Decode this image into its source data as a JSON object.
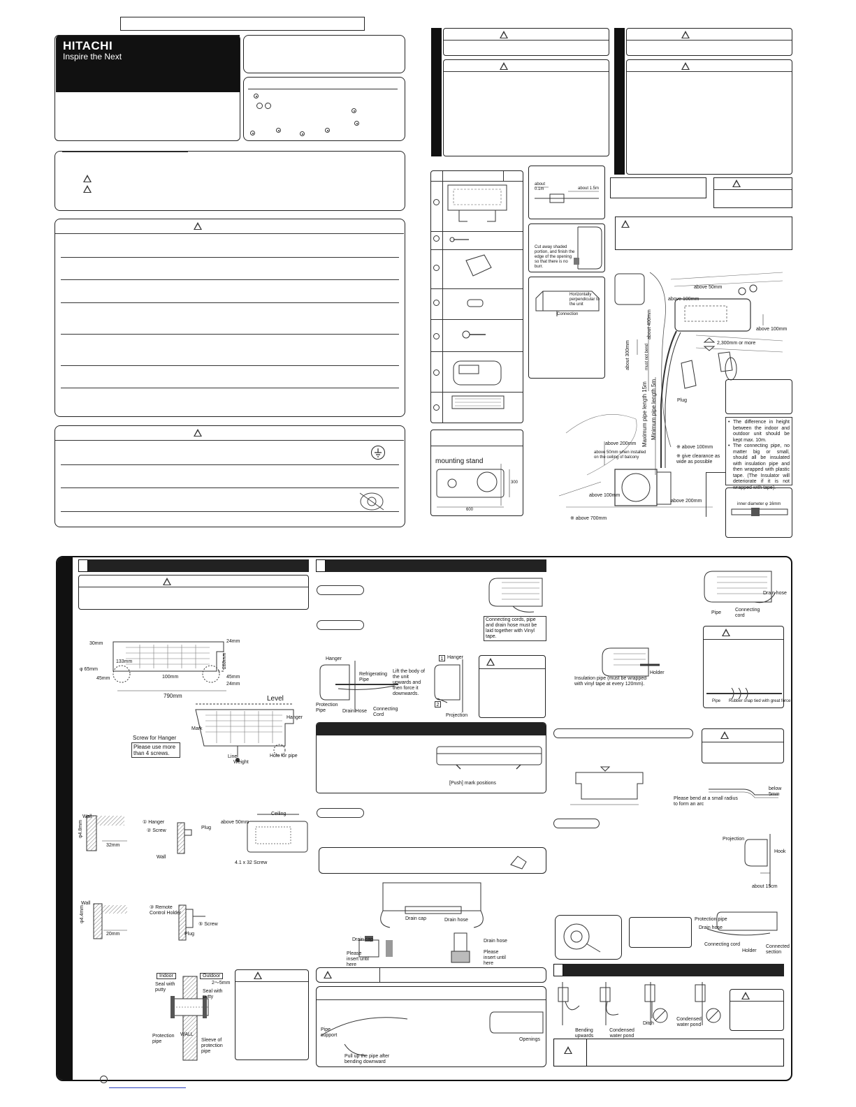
{
  "brand": {
    "name": "HITACHI",
    "tagline": "Inspire the Next"
  },
  "page_number_mark": "",
  "accessories_labels": {
    "remote_pipe_note": "about 0.1m",
    "about_15m": "about 1.5m",
    "cut_away": "Cut away shaded portion, and finish the edge of the opening so that there is no burr.",
    "horizontal": "Horizontally perpendicular to the unit",
    "connection": "Connection",
    "mounting_stand": "mounting stand",
    "dim_600": "600",
    "dim_300": "300"
  },
  "install_diagram": {
    "above_50": "above 50mm",
    "above_100_a": "above 100mm",
    "above_100_b": "above 100mm",
    "about_400": "about 400mm",
    "about_300": "about 300mm",
    "must_not_bend": "must not bend",
    "clearance_2300": "2,300mm or more",
    "max_pipe": "Maximum pipe length 15m",
    "min_pipe": "Minimum pipe length 5m",
    "above_200_a": "above 200mm",
    "above_50_balcony": "above 50mm when installed on the ceiling of balcony",
    "above_100_c": "※ above 100mm",
    "give_clearance": "※ give clearance as wide as possible",
    "above_100_d": "above 100mm",
    "above_200_b": "above 200mm",
    "above_700": "※ above 700mm",
    "plug": "Plug",
    "note1": "The difference in height between the indoor and outdoor unit should be kept max. 10m.",
    "note2": "The connecting pipe, no matter big or small, should all be insulated with insulation pipe and then wrapped with plastic tape. (The Insulator will deteriorate if it is not wrapped with tape).",
    "inner_diameter": "inner diameter φ 16mm"
  },
  "hanger_dims": {
    "d30": "30mm",
    "d133": "133mm",
    "d24a": "24mm",
    "d280": "280mm",
    "d65": "φ 65mm",
    "d45a": "45mm",
    "d100": "100mm",
    "d45b": "45mm",
    "d24b": "24mm",
    "d790": "790mm",
    "level": "Level",
    "hanger": "Hanger",
    "mark": "Mark",
    "screw_for_hanger": "Screw for Hanger",
    "use_more": "Please use more than 4 screws.",
    "line": "Line",
    "weight": "Weight",
    "hole_for_pipe": "Hole for pipe"
  },
  "wall_dims": {
    "wall": "Wall",
    "d48": "φ4.8mm",
    "d32": "32mm",
    "hanger": "① Hanger",
    "screw": "② Screw",
    "plug": "Plug",
    "wall2": "Wall",
    "above_50": "above 50mm",
    "ceiling": "Ceiling",
    "screw_size": "4.1 x 32 Screw",
    "wall3": "Wall",
    "d44": "φ4.4mm",
    "d20": "20mm",
    "remote_holder": "③ Remote Control Holder",
    "screw2": "⑤ Screw",
    "plug2": "Plug"
  },
  "wall_hole": {
    "indoor": "Indoor",
    "outdoor": "Outdoor",
    "d2_5": "2～5mm",
    "seal_putty": "Seal with putty",
    "seal_putty2": "Seal with putty",
    "protection_pipe": "Protection pipe",
    "wall": "WALL",
    "sleeve": "Sleeve of protection pipe"
  },
  "middle": {
    "tape_note": "Connecting cords, pipe and drain hose must be laid together with Vinyl tape.",
    "hanger": "Hanger",
    "refrig_pipe": "Refrigerating Pipe",
    "protection_pipe": "Protection Pipe",
    "drain_hose": "Drain Hose",
    "connecting_cord": "Connecting Cord",
    "lift_note": "Lift the body of the unit upwards and then force it downwards.",
    "hanger2": "Hanger",
    "projection": "Projection",
    "step1": "1",
    "step2": "2",
    "push_mark": "[Push] mark positions",
    "drain_cap": "Drain cap",
    "drain_hose2": "Drain hose",
    "drain_cap2": "Drain cap",
    "insert_until": "Please insert until here",
    "drain_hose3": "Drain hose",
    "insert_until2": "Please insert until here",
    "pipe_support": "Pipe support",
    "pull_up": "Pull up the pipe after bending downward",
    "openings": "Openings"
  },
  "right": {
    "drain_hose": "Drain hose",
    "pipe": "Pipe",
    "connecting_cord": "Connecting cord",
    "insulation": "Insulation pipe (must be wrapped with vinyl tape at every 120mm).",
    "holder": "Holder",
    "pipe2": "Pipe",
    "rubber": "Rubber snap tied with great force",
    "bend_small": "Please bend at a small radius to form an arc",
    "below_5": "below 5mm",
    "projection": "Projection",
    "hook": "Hook",
    "about_15": "about 15cm",
    "protection_pipe": "Protection pipe",
    "drain_hose2": "Drain hose",
    "connecting_cord2": "Connecting cord",
    "holder2": "Holder",
    "connected": "Connected section",
    "bending": "Bending upwards",
    "condensed": "Condensed water pond",
    "ditch": "Ditch",
    "condensed2": "Condensed water pond"
  }
}
